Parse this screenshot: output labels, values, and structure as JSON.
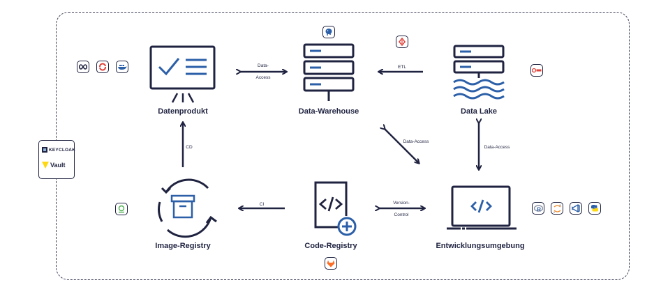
{
  "nodes": {
    "datenprodukt": "Datenprodukt",
    "data_warehouse": "Data-Warehouse",
    "data_lake": "Data Lake",
    "image_registry": "Image-Registry",
    "code_registry": "Code-Registry",
    "entwicklungsumgebung": "Entwicklungsumgebung"
  },
  "edges": {
    "data_access_top_1": "Data-",
    "data_access_top_2": "Access",
    "etl": "ETL",
    "cd": "CD",
    "data_access_diag": "Data-Access",
    "data_access_right": "Data-Access",
    "ci": "CI",
    "version_control_1": "Version-",
    "version_control_2": "Control"
  },
  "security": {
    "keycloak": "KEYCLOAK",
    "vault": "Vault"
  },
  "colors": {
    "navy": "#1f2340",
    "blue": "#2b5fa8",
    "red": "#e0423a",
    "orange": "#f08a2c",
    "gitlab": "#fc6d26",
    "vault_yellow": "#ffd814",
    "green": "#4caf50"
  },
  "icons": [
    "presentation-check-icon",
    "server-stack-icon",
    "data-lake-icon",
    "cycle-box-icon",
    "code-file-plus-icon",
    "laptop-code-icon"
  ],
  "badges": [
    "infinity-icon",
    "openshift-icon",
    "docker-icon",
    "postgres-icon",
    "airflow-icon",
    "dremio-icon",
    "nexus-icon",
    "gitlab-icon",
    "r-icon",
    "jupyter-icon",
    "vscode-icon",
    "python-icon"
  ]
}
